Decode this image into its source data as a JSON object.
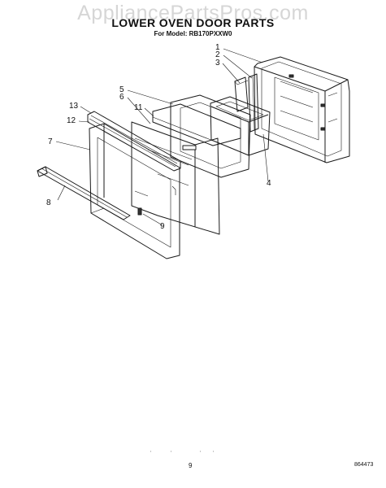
{
  "header": {
    "watermark": "AppliancePartsPros.com",
    "title": "LOWER OVEN DOOR PARTS",
    "model_line": "For Model: RB170PXXW0"
  },
  "callouts": {
    "c1": "1",
    "c2": "2",
    "c3": "3",
    "c4": "4",
    "c5": "5",
    "c6": "6",
    "c7": "7",
    "c8": "8",
    "c9": "9",
    "c11": "11",
    "c12": "12",
    "c13": "13"
  },
  "footer": {
    "page_number": "9",
    "document_code": "864473"
  }
}
